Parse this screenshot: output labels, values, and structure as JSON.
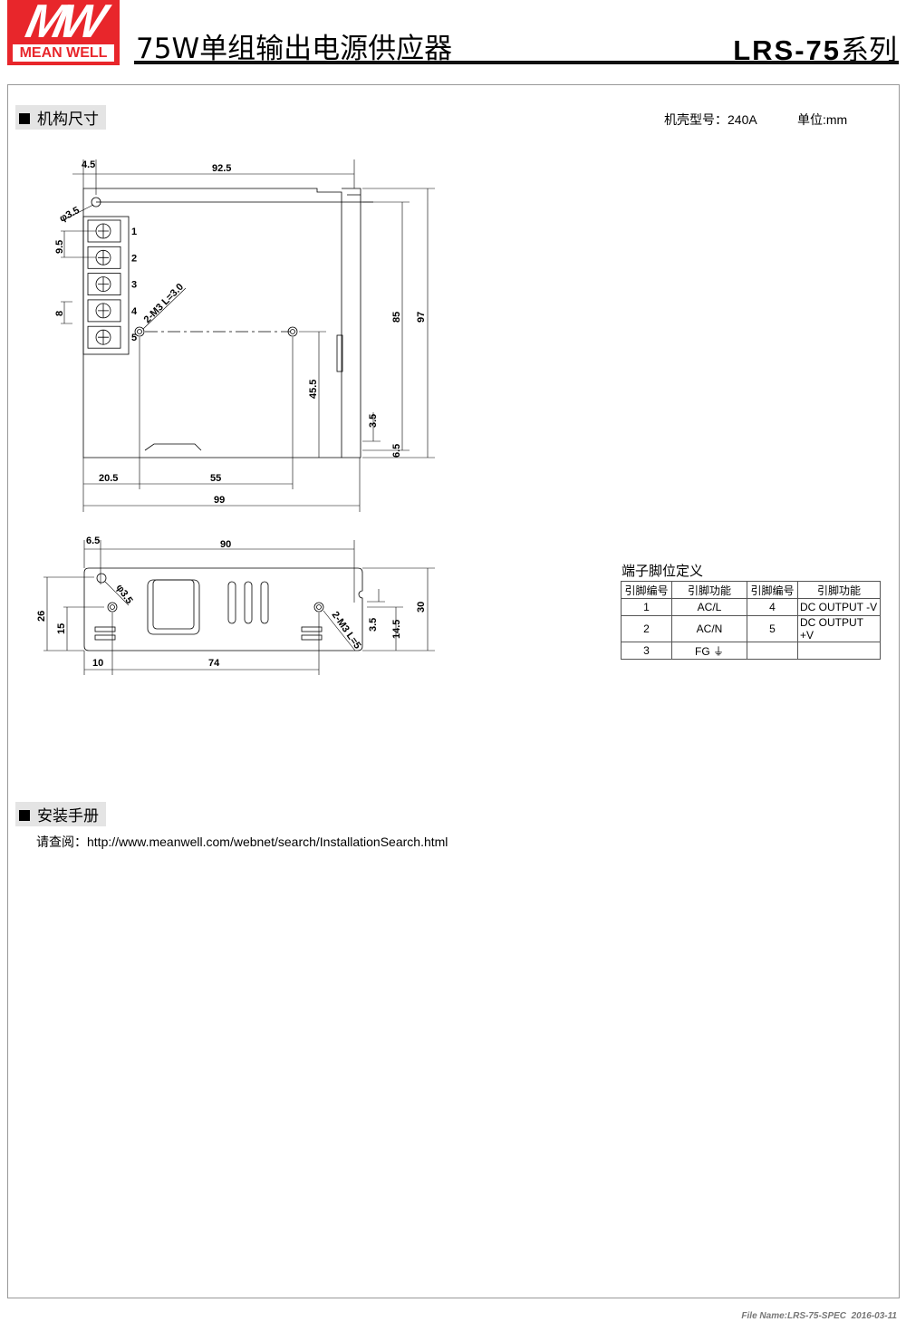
{
  "header": {
    "logo_letters": "MW",
    "logo_name": "MEAN WELL",
    "title": "75W单组输出电源供应器",
    "series_model": "LRS-75",
    "series_suffix": "系列"
  },
  "mechanical": {
    "section_title": "机构尺寸",
    "case_label": "机壳型号：240A",
    "unit_label": "单位:mm",
    "top_view": {
      "dims": {
        "d4_5": "4.5",
        "d92_5": "92.5",
        "phi": "φ3.5",
        "d9_5": "9.5",
        "d8": "8",
        "m3": "2-M3 L=3.0",
        "d85": "85",
        "d97": "97",
        "d45_5": "45.5",
        "d3_5": "3.5",
        "d6_5": "6.5",
        "d20_5": "20.5",
        "d55": "55",
        "d99": "99"
      },
      "terminals": [
        "1",
        "2",
        "3",
        "4",
        "5"
      ]
    },
    "side_view": {
      "dims": {
        "d6_5": "6.5",
        "d90": "90",
        "phi": "φ3.5",
        "d26": "26",
        "d15": "15",
        "m3": "2-M3 L=5",
        "d3_5": "3.5",
        "d14_5": "14.5",
        "d30": "30",
        "d10": "10",
        "d74": "74"
      }
    }
  },
  "pin_table": {
    "title": "端子脚位定义",
    "headers": [
      "引脚编号",
      "引脚功能",
      "引脚编号",
      "引脚功能"
    ],
    "rows": [
      [
        "1",
        "AC/L",
        "4",
        "DC OUTPUT -V"
      ],
      [
        "2",
        "AC/N",
        "5",
        "DC OUTPUT +V"
      ],
      [
        "3",
        "FG ⏚",
        "",
        ""
      ]
    ]
  },
  "install": {
    "section_title": "安装手册",
    "label": "请查阅：",
    "url": "http://www.meanwell.com/webnet/search/InstallationSearch.html"
  },
  "footer": {
    "filename": "File Name:LRS-75-SPEC",
    "date": "2016-03-11"
  }
}
